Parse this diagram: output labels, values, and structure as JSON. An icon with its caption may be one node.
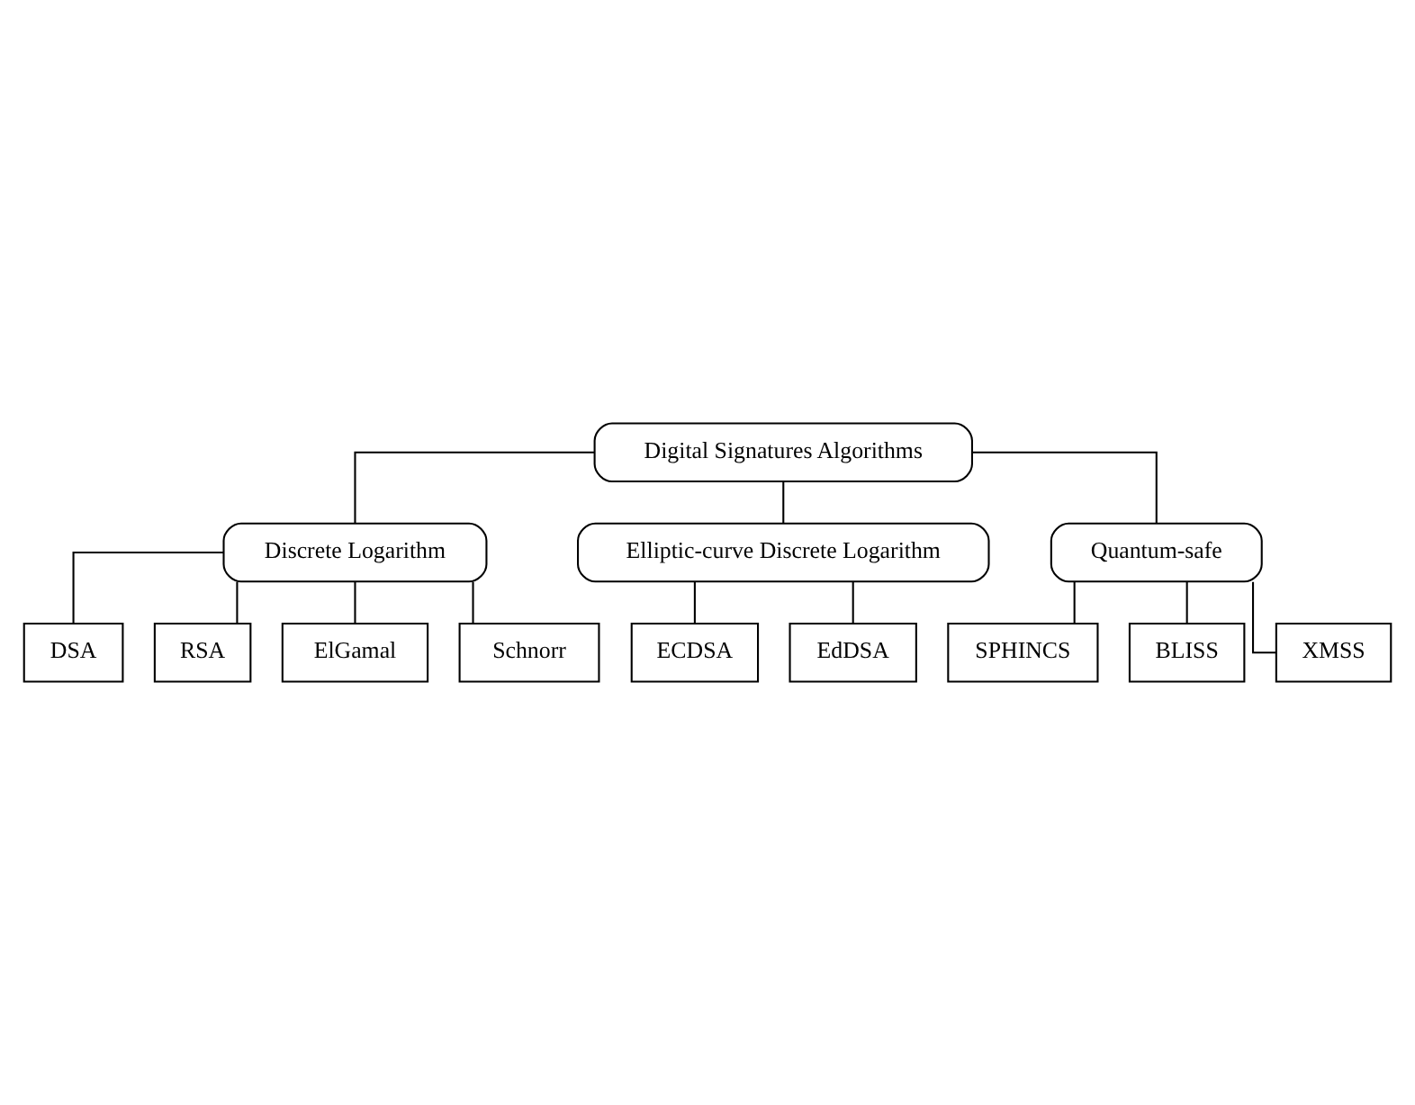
{
  "diagram": {
    "nodes": [
      {
        "text": [
          "Digital Signatures Algorithms"
        ]
      },
      {
        "text": [
          "Discrete Logarithm"
        ]
      },
      {
        "text": [
          "Elliptic-curve Discrete Logarithm"
        ]
      },
      {
        "text": [
          "Quantum-safe"
        ]
      },
      {
        "text": [
          "DSA"
        ]
      },
      {
        "text": [
          "RSA"
        ]
      },
      {
        "text": [
          "ElGamal"
        ]
      },
      {
        "text": [
          "Schnorr"
        ]
      },
      {
        "text": [
          "ECDSA"
        ]
      },
      {
        "text": [
          "EdDSA"
        ]
      },
      {
        "text": [
          "SPHINCS"
        ]
      },
      {
        "text": [
          "BLISS"
        ]
      },
      {
        "text": [
          "XMSS"
        ]
      }
    ],
    "edges": [
      {
        "from": 0,
        "to": 1,
        "arrow": "none"
      },
      {
        "from": 0,
        "to": 2,
        "arrow": "none"
      },
      {
        "from": 0,
        "to": 3,
        "arrow": "none"
      },
      {
        "from": 1,
        "to": 4,
        "arrow": "none"
      },
      {
        "from": 1,
        "to": 5,
        "arrow": "none"
      },
      {
        "from": 1,
        "to": 6,
        "arrow": "none"
      },
      {
        "from": 1,
        "to": 7,
        "arrow": "none"
      },
      {
        "from": 2,
        "to": 8,
        "arrow": "none"
      },
      {
        "from": 2,
        "to": 9,
        "arrow": "none"
      },
      {
        "from": 3,
        "to": 10,
        "arrow": "none"
      },
      {
        "from": 3,
        "to": 11,
        "arrow": "none"
      },
      {
        "from": 3,
        "to": 12,
        "arrow": "none"
      }
    ]
  }
}
